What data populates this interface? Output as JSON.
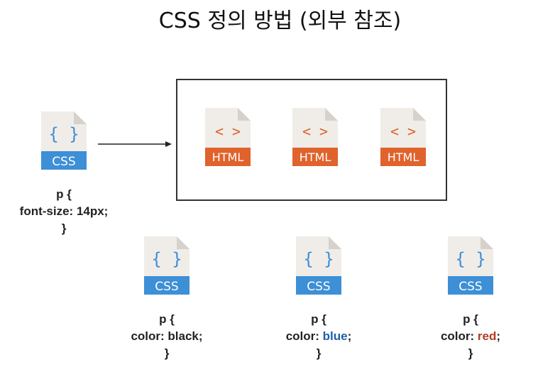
{
  "title": "CSS 정의 방법 (외부 참조)",
  "icons": {
    "css_brace": "{ }",
    "css_label": "CSS",
    "html_glyph": "< >",
    "html_label": "HTML"
  },
  "colors": {
    "css_blue": "#3d8fd6",
    "html_orange": "#e0622c",
    "page_bg": "#f0ede8",
    "value_blue": "#1e5fa8",
    "value_red": "#b03a26"
  },
  "main_css": {
    "line1": "p {",
    "line2": "font-size: 14px;",
    "line3": "}"
  },
  "examples": [
    {
      "line1": "p {",
      "prop": "color: ",
      "value": "black",
      "end": ";",
      "line3": "}"
    },
    {
      "line1": "p {",
      "prop": "color: ",
      "value": "blue",
      "end": ";",
      "line3": "}"
    },
    {
      "line1": "p {",
      "prop": "color: ",
      "value": "red",
      "end": ";",
      "line3": "}"
    }
  ]
}
